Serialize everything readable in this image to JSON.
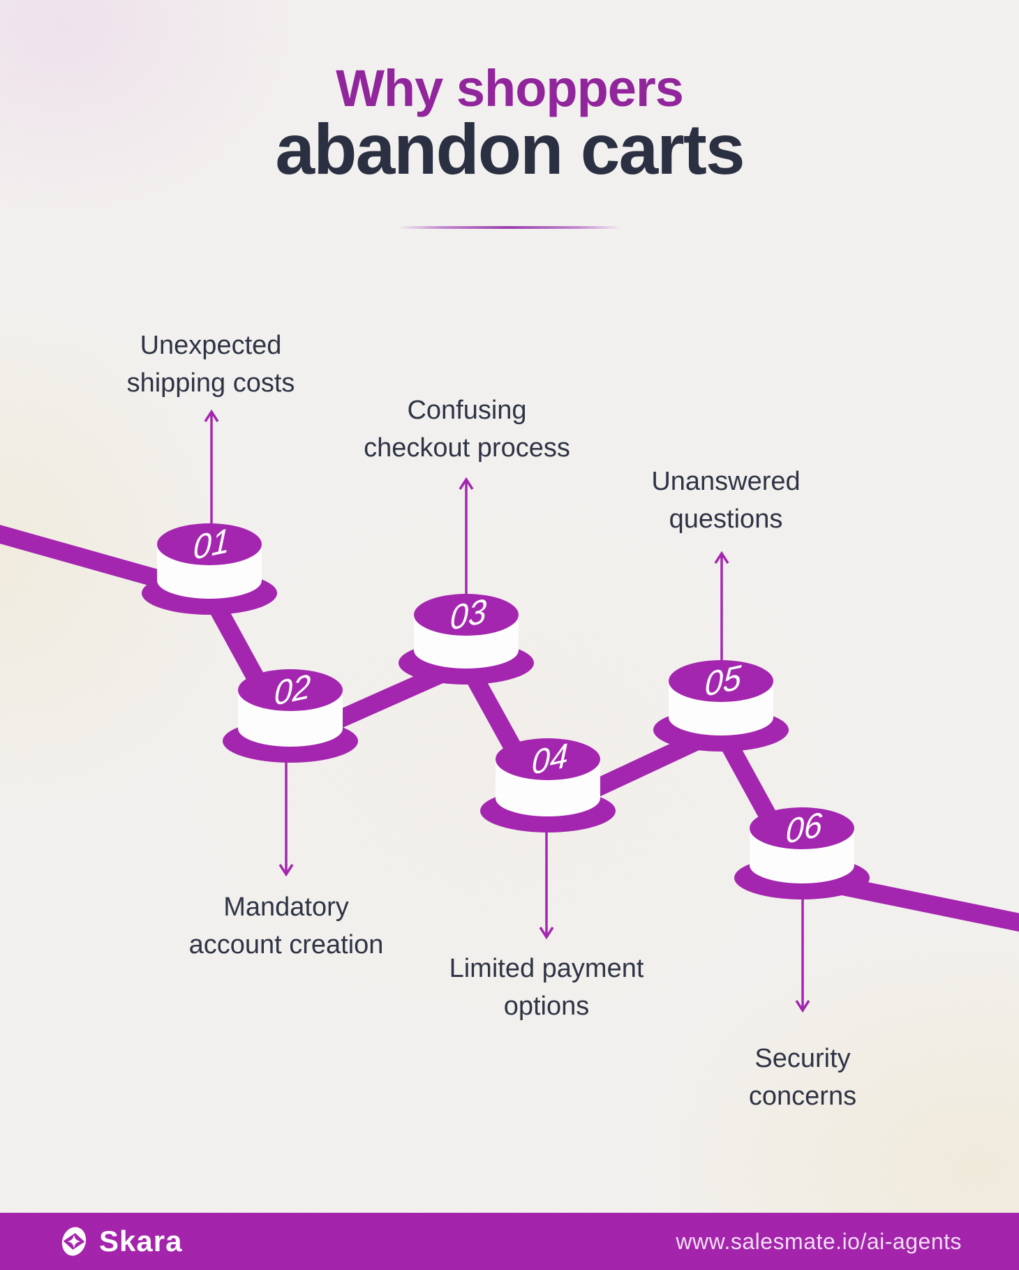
{
  "title": {
    "line1": "Why shoppers",
    "line2": "abandon carts"
  },
  "steps": [
    {
      "number": "01",
      "label_line1": "Unexpected",
      "label_line2": "shipping costs",
      "direction": "up"
    },
    {
      "number": "02",
      "label_line1": "Mandatory",
      "label_line2": "account creation",
      "direction": "down"
    },
    {
      "number": "03",
      "label_line1": "Confusing",
      "label_line2": "checkout process",
      "direction": "up"
    },
    {
      "number": "04",
      "label_line1": "Limited payment",
      "label_line2": "options",
      "direction": "down"
    },
    {
      "number": "05",
      "label_line1": "Unanswered",
      "label_line2": "questions",
      "direction": "up"
    },
    {
      "number": "06",
      "label_line1": "Security",
      "label_line2": "concerns",
      "direction": "down"
    }
  ],
  "footer": {
    "brand": "Skara",
    "url": "www.salesmate.io/ai-agents"
  },
  "colors": {
    "purple": "#a322af",
    "title_purple": "#90219b",
    "navy": "#272c3f",
    "label_navy": "#2b3042",
    "footer_bg": "#a320ab",
    "footer_url": "#f3dff5",
    "background": "#f4f2f0"
  }
}
